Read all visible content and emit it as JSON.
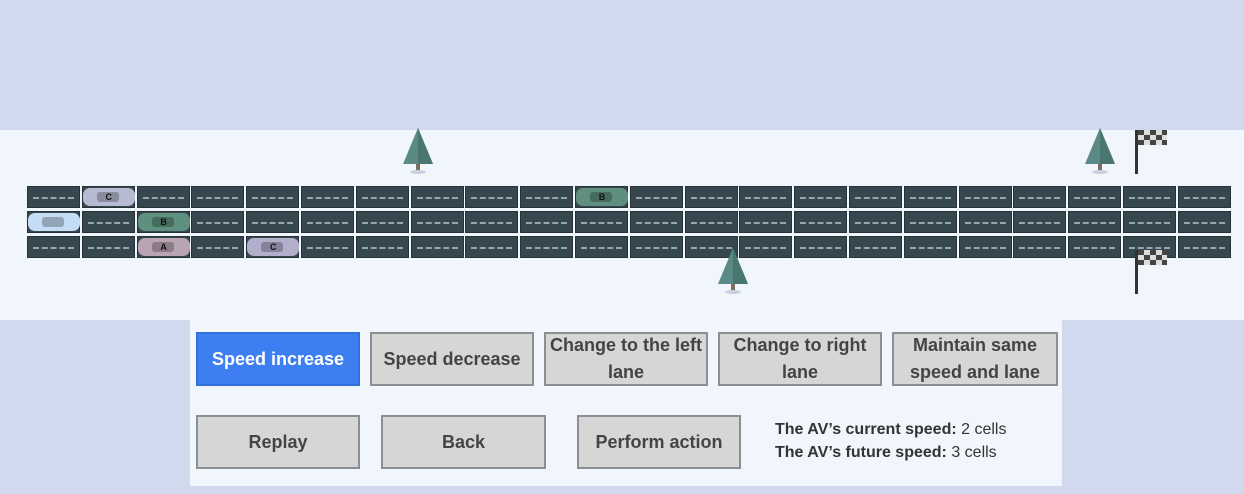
{
  "scene": {
    "cars": [
      {
        "id": "car-c-top",
        "label": "C",
        "lane": 0,
        "col": 1,
        "color": "#b6bbd2"
      },
      {
        "id": "car-b-top",
        "label": "B",
        "lane": 0,
        "col": 10,
        "color": "#5f8f7f"
      },
      {
        "id": "car-av",
        "label": "",
        "lane": 1,
        "col": 0,
        "color": "#c5dcf5"
      },
      {
        "id": "car-b-mid",
        "label": "B",
        "lane": 1,
        "col": 2,
        "color": "#5f8f7f"
      },
      {
        "id": "car-a",
        "label": "A",
        "lane": 2,
        "col": 2,
        "color": "#b9a4b4"
      },
      {
        "id": "car-c-bottom",
        "label": "C",
        "lane": 2,
        "col": 4,
        "color": "#b3aecc"
      }
    ]
  },
  "actions": {
    "speed_increase": "Speed increase",
    "speed_decrease": "Speed decrease",
    "change_left": "Change to the left lane",
    "change_right": "Change to right lane",
    "maintain": "Maintain same speed and lane"
  },
  "controls": {
    "replay": "Replay",
    "back": "Back",
    "perform": "Perform action"
  },
  "status": {
    "current_label": "The AV’s current speed:",
    "current_value": "2 cells",
    "future_label": "The AV’s future speed:",
    "future_value": "3 cells"
  },
  "colors": {
    "active_button": "#3d7ef0",
    "road": "#37474f",
    "tree": "#5b8a86"
  }
}
